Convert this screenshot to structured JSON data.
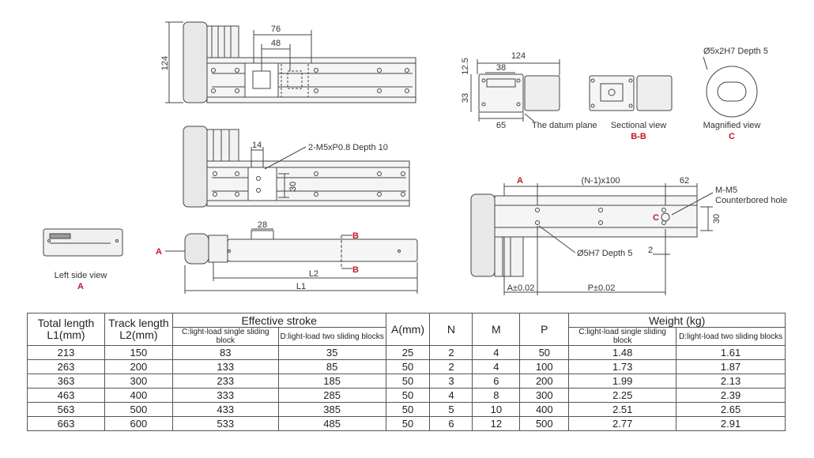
{
  "drawing": {
    "top_view": {
      "dim_76": "76",
      "dim_48": "48",
      "dim_124": "124"
    },
    "mid_view": {
      "dim_14": "14",
      "dim_30": "30",
      "callout_thread": "2-M5xP0.8 Depth 10"
    },
    "side_view": {
      "dim_28": "28",
      "dim_l2": "L2",
      "dim_l1": "L1",
      "marker_a": "A",
      "marker_b_top": "B",
      "marker_b_bottom": "B"
    },
    "left_side_view": {
      "caption": "Left side view",
      "marker": "A"
    },
    "datum_view": {
      "dim_124": "124",
      "dim_38": "38",
      "dim_12_5": "12.5",
      "dim_33": "33",
      "dim_65": "65",
      "caption": "The datum plane"
    },
    "sectional_view": {
      "caption": "Sectional view",
      "marker": "B-B"
    },
    "magnified_view": {
      "callout": "Ø5x2H7 Depth 5",
      "caption": "Magnified view",
      "marker": "C"
    },
    "bottom_view": {
      "dim_a": "A",
      "dim_pitch": "(N-1)x100",
      "dim_62": "62",
      "callout_m": "M-M5",
      "callout_counterbored": "Counterbored hole",
      "marker_c": "C",
      "dim_30": "30",
      "callout_pin": "Ø5H7 Depth 5",
      "dim_2": "2",
      "tol_a": "A±0.02",
      "tol_p": "P±0.02"
    }
  },
  "table": {
    "headers": {
      "total_length": "Total length",
      "l1": "L1(mm)",
      "track_length": "Track length",
      "l2": "L2(mm)",
      "effective_stroke": "Effective stroke",
      "stroke_c": "C:light-load single sliding block",
      "stroke_d": "D:light-load two sliding blocks",
      "a": "A(mm)",
      "n": "N",
      "m": "M",
      "p": "P",
      "weight": "Weight (kg)",
      "weight_c": "C:light-load single sliding block",
      "weight_d": "D:light-load two sliding blocks"
    },
    "rows": [
      [
        "213",
        "150",
        "83",
        "35",
        "25",
        "2",
        "4",
        "50",
        "1.48",
        "1.61"
      ],
      [
        "263",
        "200",
        "133",
        "85",
        "50",
        "2",
        "4",
        "100",
        "1.73",
        "1.87"
      ],
      [
        "363",
        "300",
        "233",
        "185",
        "50",
        "3",
        "6",
        "200",
        "1.99",
        "2.13"
      ],
      [
        "463",
        "400",
        "333",
        "285",
        "50",
        "4",
        "8",
        "300",
        "2.25",
        "2.39"
      ],
      [
        "563",
        "500",
        "433",
        "385",
        "50",
        "5",
        "10",
        "400",
        "2.51",
        "2.65"
      ],
      [
        "663",
        "600",
        "533",
        "485",
        "50",
        "6",
        "12",
        "500",
        "2.77",
        "2.91"
      ]
    ]
  }
}
